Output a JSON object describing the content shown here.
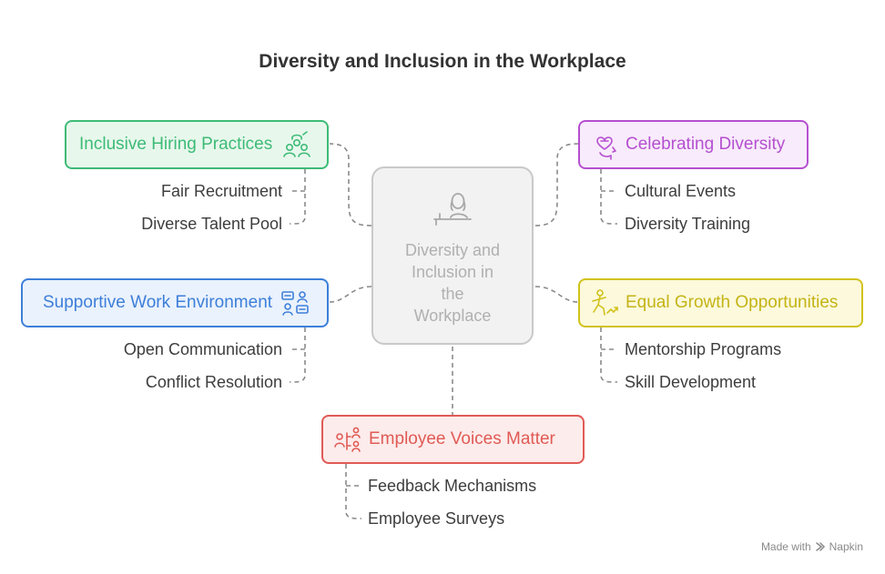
{
  "title": "Diversity and Inclusion in the Workplace",
  "center": {
    "lines": [
      "Diversity and",
      "Inclusion in",
      "the",
      "Workplace"
    ],
    "icon": "person-at-desk-icon"
  },
  "nodes": {
    "inclusive_hiring": {
      "label": "Inclusive Hiring Practices",
      "icon": "group-icon",
      "color": "#3dbb76",
      "fill": "#e7f7ec",
      "items": [
        "Fair Recruitment",
        "Diverse Talent Pool"
      ]
    },
    "celebrating_diversity": {
      "label": "Celebrating Diversity",
      "icon": "heart-head-icon",
      "color": "#b54fd0",
      "fill": "#f8ebfb",
      "items": [
        "Cultural Events",
        "Diversity Training"
      ]
    },
    "supportive_environment": {
      "label": "Supportive Work Environment",
      "icon": "conversation-icon",
      "color": "#3d7fd9",
      "fill": "#eaf2fd",
      "items": [
        "Open Communication",
        "Conflict Resolution"
      ]
    },
    "equal_growth": {
      "label": "Equal Growth Opportunities",
      "icon": "climbing-person-icon",
      "color": "#d1c21b",
      "fill": "#fcf9dc",
      "items": [
        "Mentorship Programs",
        "Skill Development"
      ]
    },
    "employee_voices": {
      "label": "Employee Voices Matter",
      "icon": "people-speaking-icon",
      "color": "#e05a55",
      "fill": "#fceceb",
      "items": [
        "Feedback Mechanisms",
        "Employee Surveys"
      ]
    }
  },
  "footer": {
    "made_with": "Made with",
    "brand": "Napkin"
  }
}
